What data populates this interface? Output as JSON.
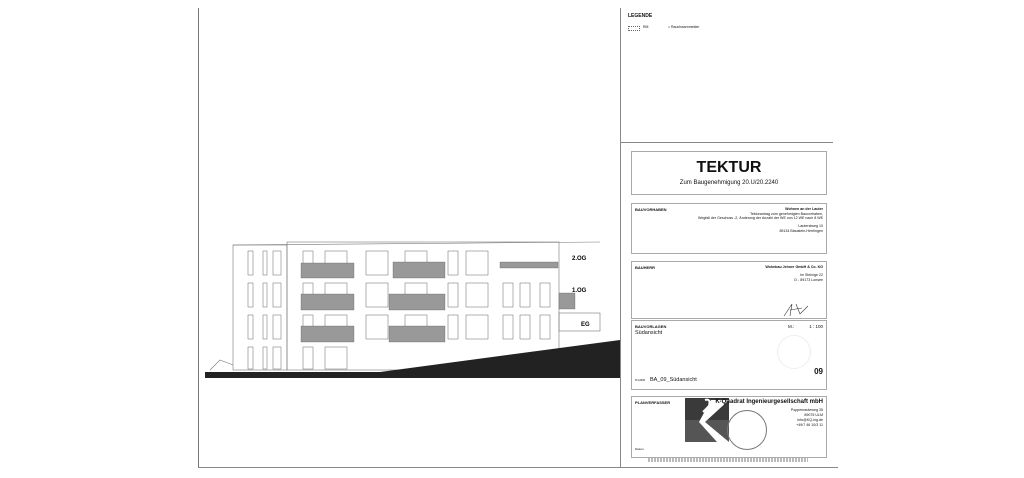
{
  "legend": {
    "title": "LEGENDE",
    "symbol_code": "RM",
    "symbol_text": "= Rauchwarnmelder"
  },
  "header": {
    "title": "TEKTUR",
    "subtitle": "Zum Baugenehmigung 20.U/20.2240"
  },
  "bauvorhaben": {
    "label": "BAUVORHABEN",
    "project": "Wohnen an der Lauter",
    "line1": "Tekturantrag zum genehmigten Bauvorhaben,",
    "line2": "Wegfall der Geschoss -2, Änderung der Anzahl der WE von 12 WE nach 8 WE",
    "street": "Lauterstweg 10",
    "city": "89134 Blaustein-Herrlingen"
  },
  "bauherr": {
    "label": "BAUHERR",
    "name": "Wohnbau Jehner GmbH & Co. KG",
    "street": "Im Steinige 22",
    "city": "D - 89173 Lonsee"
  },
  "bauvorlagen": {
    "label": "BAUVORLAGEN",
    "scale_label": "M.:",
    "scale": "1 : 100",
    "view": "Südansicht",
    "sheet_no": "09",
    "plan_label": "PLANNR",
    "plan_name": "BA_09_Südansicht"
  },
  "planverfasser": {
    "label": "PLANVERFASSER",
    "company": "K-Quadrat Ingenieurgesellschaft mbH",
    "street": "Poppenrauteweg 35",
    "city": "89075 ULM",
    "email": "info@KQ-ing.de",
    "phone": "+49/7 46 10/3 11",
    "signed": "Datum"
  },
  "drawing": {
    "levels": [
      "2.OG",
      "1.OG",
      "EG"
    ]
  }
}
